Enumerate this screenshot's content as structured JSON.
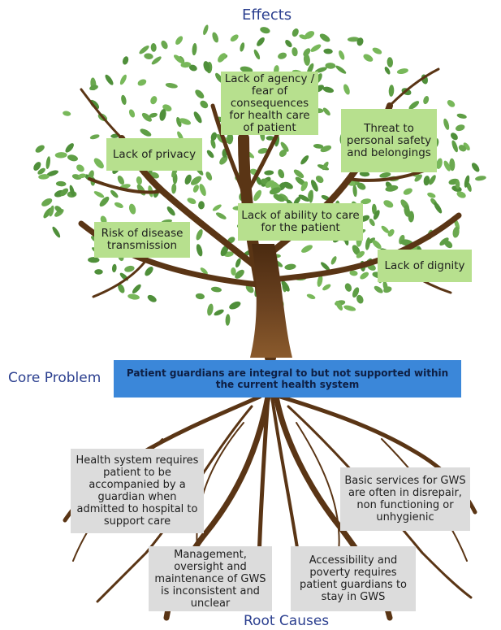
{
  "headings": {
    "effects": "Effects",
    "core_problem": "Core Problem",
    "root_causes": "Root Causes"
  },
  "effects": [
    "Lack of agency / fear of consequences for health care of patient",
    "Lack of privacy",
    "Threat to personal safety and belongings",
    "Lack of ability to care for the patient",
    "Risk of disease transmission",
    "Lack of dignity"
  ],
  "core_problem": "Patient guardians are integral to but not supported within the current health system",
  "root_causes": [
    "Health system requires patient to be accompanied by a guardian when admitted to hospital to support care",
    "Basic services for GWS are often in disrepair, non functioning or unhygienic",
    "Management, oversight and maintenance of GWS is inconsistent and unclear",
    "Accessibility and poverty requires patient guardians to stay in GWS"
  ],
  "colors": {
    "heading": "#2b3f8f",
    "leaf": "#6aa84f",
    "trunk": "#5a3515",
    "effect_box": "#b7e08e",
    "core_box": "#3b87d9",
    "cause_box": "#dcdcdc"
  }
}
